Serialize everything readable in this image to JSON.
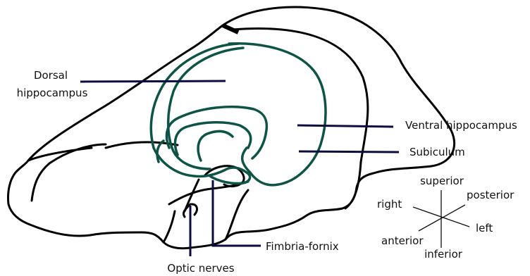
{
  "labels": {
    "dorsal_line1": "Dorsal",
    "dorsal_line2": "hippocampus",
    "ventral": "Ventral hippocampus",
    "subiculum": "Subiculum",
    "fimbria": "Fimbria-fornix",
    "optic": "Optic nerves"
  },
  "orientation": {
    "superior": "superior",
    "posterior": "posterior",
    "right": "right",
    "left": "left",
    "anterior": "anterior",
    "inferior": "inferior"
  },
  "colors": {
    "outline": "#000000",
    "hippocampus": "#0e5446",
    "leader_line": "#0b0e3d",
    "text": "#111111"
  }
}
